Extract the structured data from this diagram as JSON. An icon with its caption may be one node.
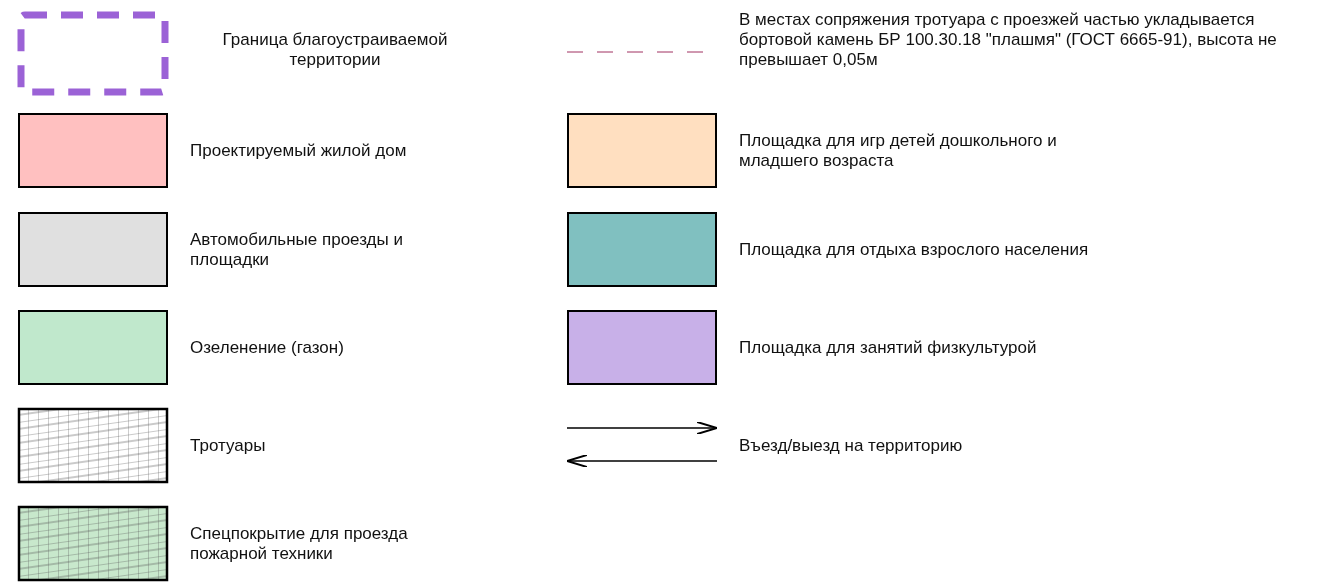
{
  "diagram": {
    "legend": [
      {
        "text": "Граница благоустраиваемой территории"
      },
      {
        "text": "В местах сопряжения тротуара с проезжей частью укладывается бортовой камень БР 100.30.18 \"плашмя\" (ГОСТ 6665-91), высота не превышает 0,05м"
      },
      {
        "text": "Проектируемый жилой дом",
        "color": "#ffc0c0"
      },
      {
        "text": "Площадка для игр детей дошкольного и младшего возраста",
        "color": "#ffdfc0"
      },
      {
        "text": "Автомобильные проезды и площадки",
        "color": "#e0e0e0"
      },
      {
        "text": "Площадка для отдыха взрослого населения",
        "color": "#80c0c0"
      },
      {
        "text": "Озеленение (газон)",
        "color": "#c0e8cc"
      },
      {
        "text": "Площадка для занятий физкультурой",
        "color": "#c8b0e8"
      },
      {
        "text": "Тротуары"
      },
      {
        "text": "Въезд/выезд на территорию"
      },
      {
        "text": "Спецпокрытие для проезда пожарной техники"
      }
    ]
  }
}
